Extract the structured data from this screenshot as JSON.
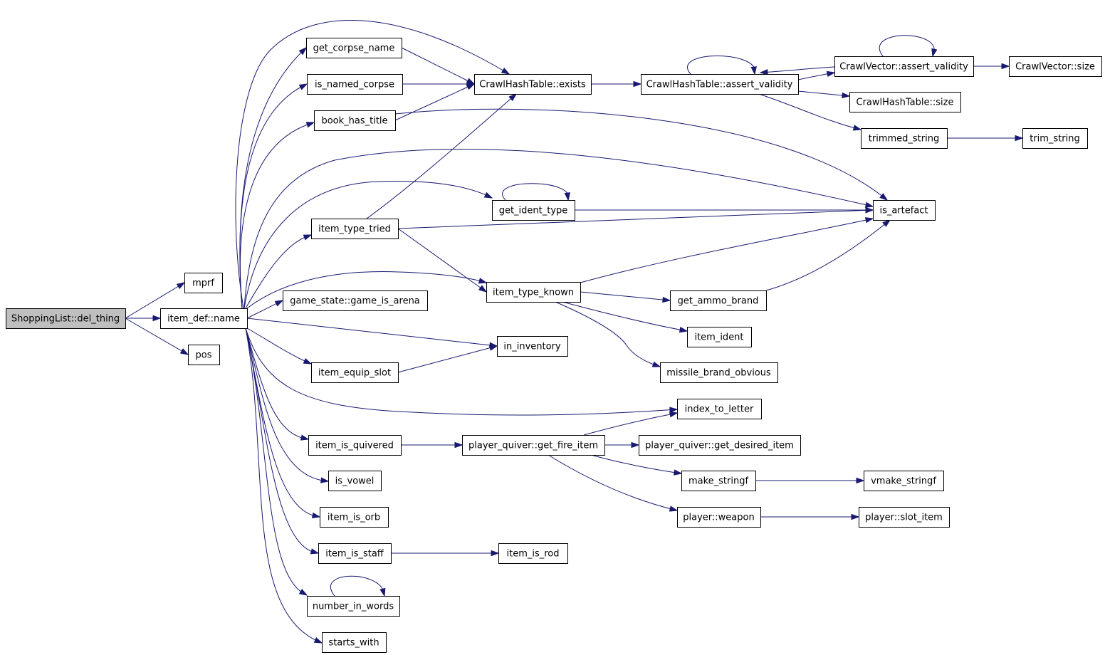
{
  "colors": {
    "edge": "#191970",
    "root_fill": "#bfbfbf",
    "node_fill": "#ffffff",
    "node_border": "#000000"
  },
  "root": "ShoppingList::del_thing",
  "nodes": {
    "del_thing": "ShoppingList::del_thing",
    "mprf": "mprf",
    "item_def_name": "item_def::name",
    "pos": "pos",
    "get_corpse_name": "get_corpse_name",
    "is_named_corpse": "is_named_corpse",
    "book_has_title": "book_has_title",
    "item_type_tried": "item_type_tried",
    "game_is_arena": "game_state::game_is_arena",
    "item_equip_slot": "item_equip_slot",
    "item_is_quivered": "item_is_quivered",
    "is_vowel": "is_vowel",
    "item_is_orb": "item_is_orb",
    "item_is_staff": "item_is_staff",
    "number_in_words": "number_in_words",
    "starts_with": "starts_with",
    "chash_exists": "CrawlHashTable::exists",
    "get_ident_type": "get_ident_type",
    "item_type_known": "item_type_known",
    "in_inventory": "in_inventory",
    "get_fire_item": "player_quiver::get_fire_item",
    "item_is_rod": "item_is_rod",
    "chash_assert_validity": "CrawlHashTable::assert_validity",
    "get_ammo_brand": "get_ammo_brand",
    "item_ident": "item_ident",
    "missile_brand_obvious": "missile_brand_obvious",
    "index_to_letter": "index_to_letter",
    "get_desired_item": "player_quiver::get_desired_item",
    "make_stringf": "make_stringf",
    "player_weapon": "player::weapon",
    "cvec_assert_validity": "CrawlVector::assert_validity",
    "chash_size": "CrawlHashTable::size",
    "trimmed_string": "trimmed_string",
    "is_artefact": "is_artefact",
    "vmake_stringf": "vmake_stringf",
    "slot_item": "player::slot_item",
    "cvec_size": "CrawlVector::size",
    "trim_string": "trim_string"
  },
  "edges": [
    [
      "del_thing",
      "mprf"
    ],
    [
      "del_thing",
      "item_def_name"
    ],
    [
      "del_thing",
      "pos"
    ],
    [
      "item_def_name",
      "get_corpse_name"
    ],
    [
      "item_def_name",
      "is_named_corpse"
    ],
    [
      "item_def_name",
      "book_has_title"
    ],
    [
      "item_def_name",
      "item_type_tried"
    ],
    [
      "item_def_name",
      "game_is_arena"
    ],
    [
      "item_def_name",
      "item_equip_slot"
    ],
    [
      "item_def_name",
      "item_is_quivered"
    ],
    [
      "item_def_name",
      "is_vowel"
    ],
    [
      "item_def_name",
      "item_is_orb"
    ],
    [
      "item_def_name",
      "item_is_staff"
    ],
    [
      "item_def_name",
      "number_in_words"
    ],
    [
      "item_def_name",
      "starts_with"
    ],
    [
      "item_def_name",
      "chash_exists"
    ],
    [
      "item_def_name",
      "get_ident_type"
    ],
    [
      "item_def_name",
      "item_type_known"
    ],
    [
      "item_def_name",
      "in_inventory"
    ],
    [
      "item_def_name",
      "is_artefact"
    ],
    [
      "item_def_name",
      "index_to_letter"
    ],
    [
      "get_corpse_name",
      "chash_exists"
    ],
    [
      "is_named_corpse",
      "chash_exists"
    ],
    [
      "book_has_title",
      "chash_exists"
    ],
    [
      "book_has_title",
      "is_artefact"
    ],
    [
      "item_type_tried",
      "chash_exists"
    ],
    [
      "item_type_tried",
      "is_artefact"
    ],
    [
      "item_type_tried",
      "item_type_known"
    ],
    [
      "item_equip_slot",
      "in_inventory"
    ],
    [
      "item_is_quivered",
      "get_fire_item"
    ],
    [
      "item_is_staff",
      "item_is_rod"
    ],
    [
      "number_in_words",
      "number_in_words"
    ],
    [
      "chash_exists",
      "chash_assert_validity"
    ],
    [
      "get_ident_type",
      "get_ident_type"
    ],
    [
      "get_ident_type",
      "is_artefact"
    ],
    [
      "item_type_known",
      "is_artefact"
    ],
    [
      "item_type_known",
      "get_ammo_brand"
    ],
    [
      "item_type_known",
      "item_ident"
    ],
    [
      "item_type_known",
      "missile_brand_obvious"
    ],
    [
      "get_fire_item",
      "index_to_letter"
    ],
    [
      "get_fire_item",
      "get_desired_item"
    ],
    [
      "get_fire_item",
      "make_stringf"
    ],
    [
      "get_fire_item",
      "player_weapon"
    ],
    [
      "chash_assert_validity",
      "chash_assert_validity"
    ],
    [
      "chash_assert_validity",
      "cvec_assert_validity"
    ],
    [
      "chash_assert_validity",
      "chash_size"
    ],
    [
      "chash_assert_validity",
      "trimmed_string"
    ],
    [
      "cvec_assert_validity",
      "chash_assert_validity"
    ],
    [
      "cvec_assert_validity",
      "cvec_assert_validity"
    ],
    [
      "cvec_assert_validity",
      "cvec_size"
    ],
    [
      "trimmed_string",
      "trim_string"
    ],
    [
      "get_ammo_brand",
      "is_artefact"
    ],
    [
      "make_stringf",
      "vmake_stringf"
    ],
    [
      "player_weapon",
      "slot_item"
    ]
  ]
}
